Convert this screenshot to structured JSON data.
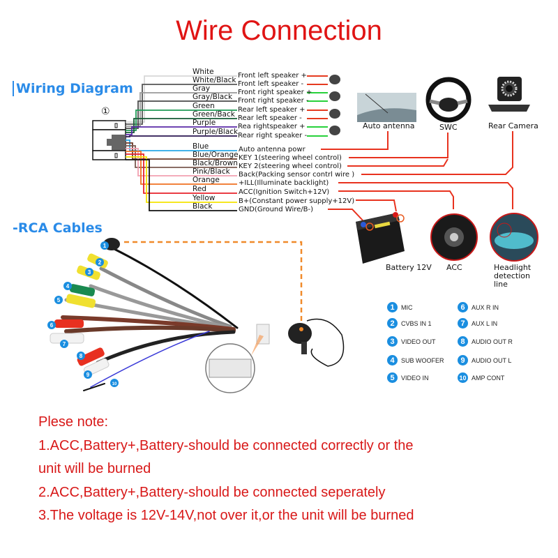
{
  "title": "Wire Connection",
  "wiring_diagram": {
    "section_title": "Wiring Diagram",
    "connector_label": "①",
    "speaker_wires": [
      {
        "wire": "White",
        "function": "Front left speaker +",
        "color": "#d8d8d8",
        "lead": "#e53a1f"
      },
      {
        "wire": "White/Black",
        "function": "Front left speaker -",
        "color": "#555555",
        "lead": "#e53a1f"
      },
      {
        "wire": "Gray",
        "function": "Front right speaker +",
        "color": "#9a9a9a",
        "lead": "#27d13b"
      },
      {
        "wire": "Gray/Black",
        "function": "Front right speaker -",
        "color": "#4a4a4a",
        "lead": "#27d13b"
      },
      {
        "wire": "Green",
        "function": "Rear left speaker +",
        "color": "#1f9a55",
        "lead": "#e53a1f"
      },
      {
        "wire": "Green/Back",
        "function": "Rear left speaker -",
        "color": "#145a35",
        "lead": "#e53a1f"
      },
      {
        "wire": "Purple",
        "function": "Rea rightspeaker +",
        "color": "#5a2aa8",
        "lead": "#27d13b"
      },
      {
        "wire": "Purple/Black",
        "function": "Rear right speaker -",
        "color": "#2a1550",
        "lead": "#27d13b"
      }
    ],
    "power_wires": [
      {
        "wire": "Blue",
        "function": "Auto antenna powr",
        "color": "#28a8e8"
      },
      {
        "wire": "Blue/Orange",
        "function": "KEY 1(steering wheel control)",
        "color": "#6b3a2a"
      },
      {
        "wire": "Black/Brown",
        "function": "KEY 2(steering wheel control)",
        "color": "#7a5a50"
      },
      {
        "wire": "Pink/Black",
        "function": "Back(Packing sensor contrl wire )",
        "color": "#f2a0b0"
      },
      {
        "wire": "Orange",
        "function": "+ILL(Illuminate backlight)",
        "color": "#f07020"
      },
      {
        "wire": "Red",
        "function": "ACC(Ignition Switch+12V)",
        "color": "#e8202a"
      },
      {
        "wire": "Yellow",
        "function": "B+(Constant power supply+12V)",
        "color": "#f5e400"
      },
      {
        "wire": "Black",
        "function": "GND(Ground Wire/B-)",
        "color": "#111111"
      }
    ],
    "devices": {
      "antenna": "Auto antenna",
      "swc": "SWC",
      "rear_camera": "Rear Camera",
      "battery": "Battery 12V",
      "acc": "ACC",
      "headlight": "Headlight detection line"
    },
    "leader_color": "#e8321e"
  },
  "rca_cables": {
    "section_title": "-RCA Cables",
    "legend": [
      {
        "num": "1",
        "label": "MIC"
      },
      {
        "num": "2",
        "label": "CVBS IN 1"
      },
      {
        "num": "3",
        "label": "VIDEO OUT"
      },
      {
        "num": "4",
        "label": "SUB WOOFER"
      },
      {
        "num": "5",
        "label": "VIDEO IN"
      },
      {
        "num": "6",
        "label": "AUX R IN"
      },
      {
        "num": "7",
        "label": "AUX L IN"
      },
      {
        "num": "8",
        "label": "AUDIO OUT R"
      },
      {
        "num": "9",
        "label": "AUDIO OUT L"
      },
      {
        "num": "10",
        "label": "AMP CONT"
      }
    ],
    "accent_color": "#1a8ee0",
    "dash_color": "#f08a2a"
  },
  "notes": {
    "heading": "Plese note:",
    "lines": [
      "1.ACC,Battery+,Battery-should be connected correctly or the",
      "unit will be burned",
      "2.ACC,Battery+,Battery-should be connected seperately",
      "3.The voltage is 12V-14V,not over it,or the unit will be burned"
    ],
    "color": "#d81818"
  }
}
